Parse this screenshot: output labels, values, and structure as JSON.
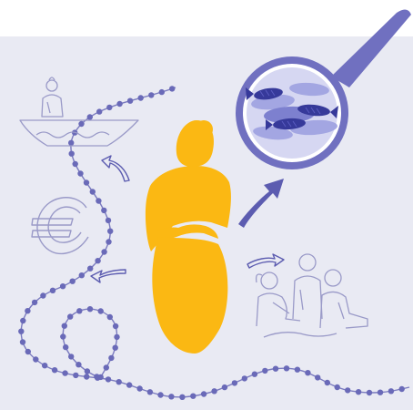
{
  "illustration": {
    "subjects": [
      "woman-figure",
      "magnifying-glass-with-fish",
      "person-in-boat",
      "euro-symbol",
      "group-of-people",
      "beaded-line-path",
      "curved-arrows"
    ]
  },
  "colors": {
    "background_panel": "#e9eaf3",
    "figure_fill": "#fbb813",
    "accent_blue": "#5c5cb0",
    "beads": "#6a6ab8",
    "outline": "#9a9ac8",
    "fish_light": "#a3a6e2",
    "fish_dark": "#36399a",
    "lens_inner": "#d6d7f2"
  }
}
